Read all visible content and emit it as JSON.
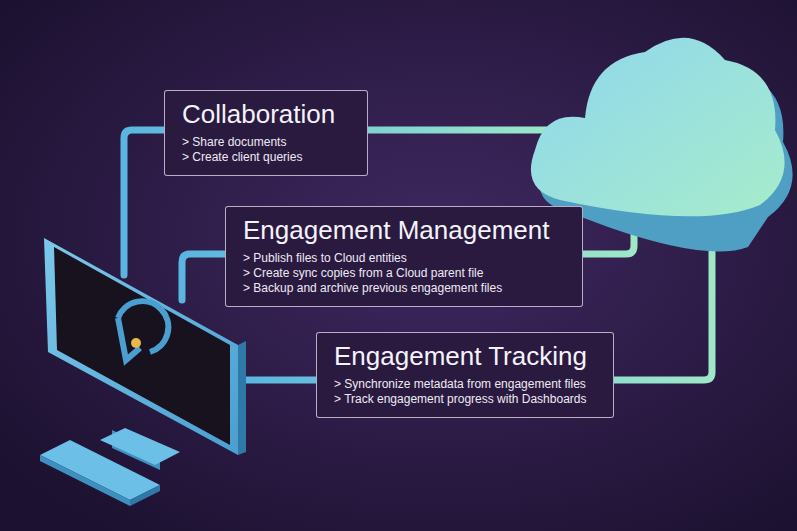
{
  "diagram": {
    "nodes": [
      {
        "text": [
          "Collaboration",
          "> Share documents",
          "> Create client queries"
        ]
      },
      {
        "text": [
          "Engagement Management",
          "> Publish files to Cloud entities",
          "> Create sync copies from a Cloud parent file",
          "> Backup and archive previous engagement files"
        ]
      },
      {
        "text": [
          "Engagement Tracking",
          "> Synchronize metadata from engagement files",
          "> Track engagement progress with Dashboards"
        ]
      }
    ]
  }
}
